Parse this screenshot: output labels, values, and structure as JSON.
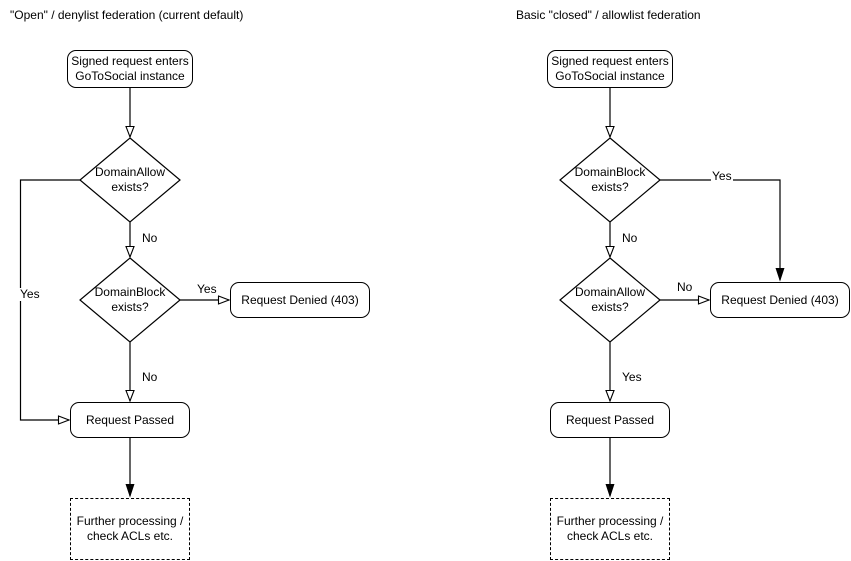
{
  "colors": {
    "stroke": "#000000",
    "node_fill": "#ffffff",
    "background": "#ffffff"
  },
  "diagram": {
    "left": {
      "title": "\"Open\" / denylist federation (current default)",
      "start": "Signed request enters\nGoToSocial instance",
      "decision1": "DomainAllow\nexists?",
      "decision2": "DomainBlock\nexists?",
      "denied": "Request Denied (403)",
      "passed": "Request Passed",
      "further": "Further processing /\ncheck ACLs etc.",
      "label_d1_no": "No",
      "label_d1_yes": "Yes",
      "label_d2_yes": "Yes",
      "label_d2_no": "No"
    },
    "right": {
      "title": "Basic \"closed\" / allowlist federation",
      "start": "Signed request enters\nGoToSocial instance",
      "decision1": "DomainBlock\nexists?",
      "decision2": "DomainAllow\nexists?",
      "denied": "Request Denied (403)",
      "passed": "Request Passed",
      "further": "Further processing /\ncheck ACLs etc.",
      "label_d1_no": "No",
      "label_d1_yes": "Yes",
      "label_d2_no": "No",
      "label_d2_yes": "Yes"
    }
  }
}
